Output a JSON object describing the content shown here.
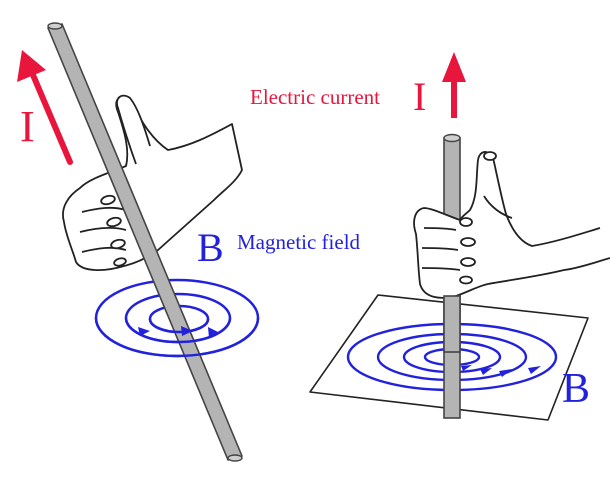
{
  "colors": {
    "current": "#e8163c",
    "field": "#2222dd",
    "rod_fill": "#b4b4b4",
    "rod_edge": "#444444",
    "outline": "#222222"
  },
  "left": {
    "current_symbol": "I",
    "field_symbol": "B",
    "field_label": "Magnetic field"
  },
  "right": {
    "current_label": "Electric current",
    "current_symbol": "I",
    "field_symbol": "B"
  }
}
